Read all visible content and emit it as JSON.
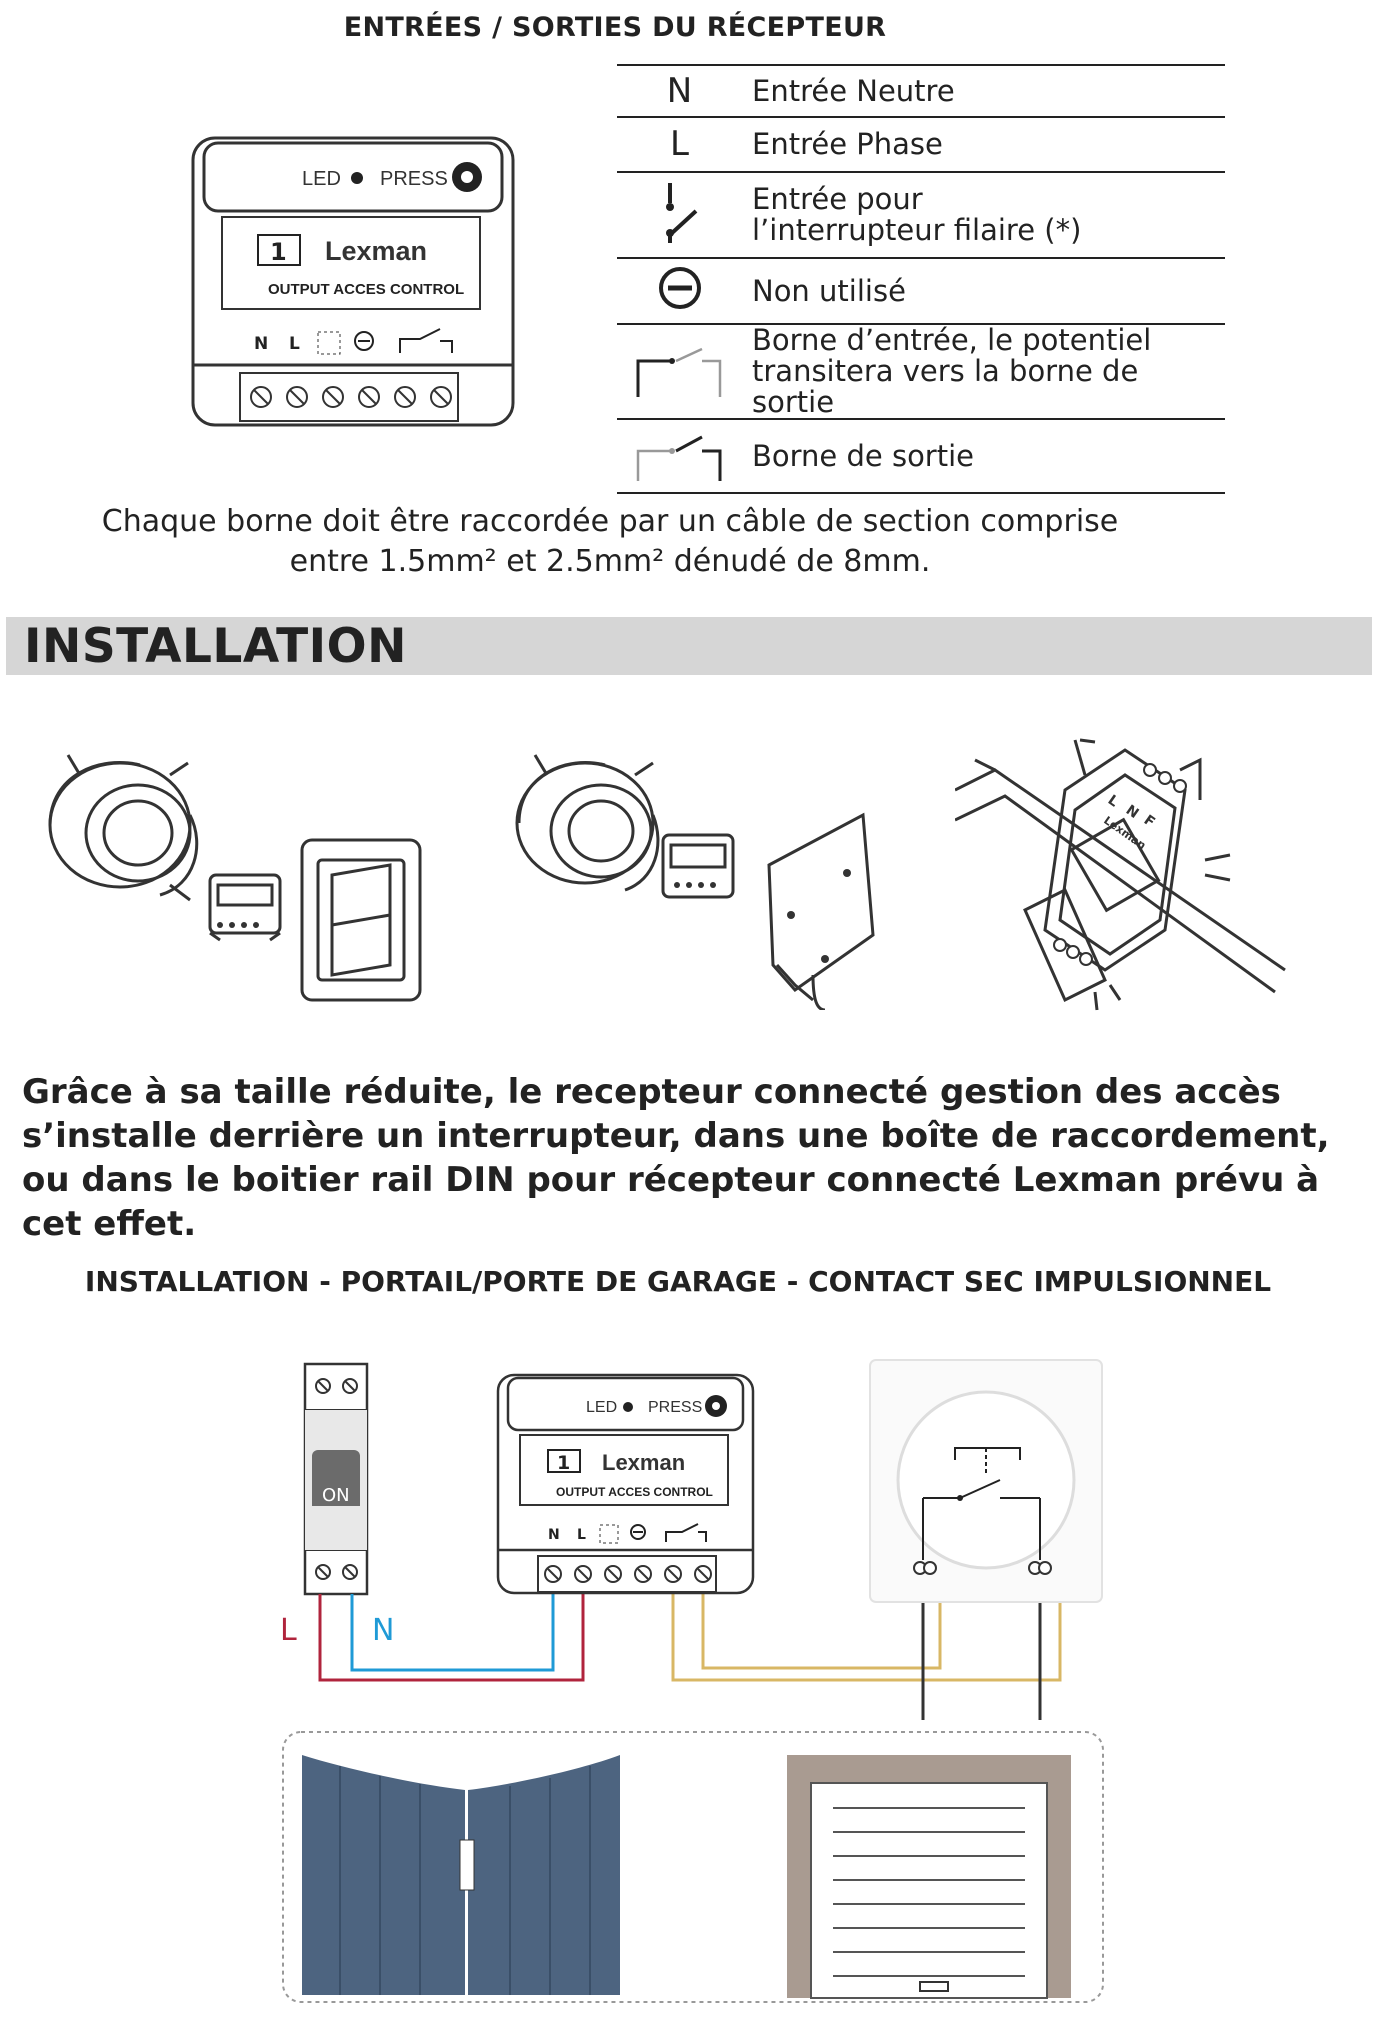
{
  "io_section": {
    "title": "ENTRÉES / SORTIES DU RÉCEPTEUR",
    "rows": [
      {
        "symbol": "N",
        "label_lines": [
          "Entrée Neutre"
        ],
        "icon": "neutral-letter"
      },
      {
        "symbol": "L",
        "label_lines": [
          "Entrée Phase"
        ],
        "icon": "phase-letter"
      },
      {
        "symbol": "",
        "label_lines": [
          "Entrée pour",
          "l’interrupteur filaire (*)"
        ],
        "icon": "wired-switch-icon"
      },
      {
        "symbol": "",
        "label_lines": [
          "Non utilisé"
        ],
        "icon": "minus-circle-icon"
      },
      {
        "symbol": "",
        "label_lines": [
          "Borne d’entrée, le potentiel",
          "transitera vers la borne de sortie"
        ],
        "icon": "input-terminal-icon"
      },
      {
        "symbol": "",
        "label_lines": [
          "Borne de sortie"
        ],
        "icon": "output-terminal-icon"
      }
    ],
    "note_line1": "Chaque borne doit être raccordée par un câble de section comprise",
    "note_line2": "entre 1.5mm² et 2.5mm² dénudé de 8mm."
  },
  "module": {
    "led": "LED",
    "press": "PRESS",
    "channel": "1",
    "brand": "Lexman",
    "model": "OUTPUT ACCES CONTROL",
    "terminal_n": "N",
    "terminal_l": "L"
  },
  "installation": {
    "heading": "INSTALLATION",
    "paragraph": "Grâce à sa taille réduite, le recepteur connecté gestion des accès s’installe derrière un interrupteur,  dans une boîte de raccordement, ou dans le boitier rail DIN pour récepteur connecté Lexman prévu à cet effet."
  },
  "wiring": {
    "heading": "INSTALLATION - PORTAIL/PORTE DE GARAGE - CONTACT SEC IMPULSIONNEL",
    "breaker_label": "ON",
    "wire_l": "L",
    "wire_n": "N",
    "din_labels": {
      "l": "L",
      "n": "N",
      "f": "F",
      "brand": "Lexman"
    }
  },
  "colors": {
    "phase_wire": "#b0243c",
    "neutral_wire": "#1f9ad6",
    "switch_wire": "#d8b765",
    "gate": "#4d6480",
    "garage_frame": "#a99b91",
    "band": "#d6d6d6"
  }
}
